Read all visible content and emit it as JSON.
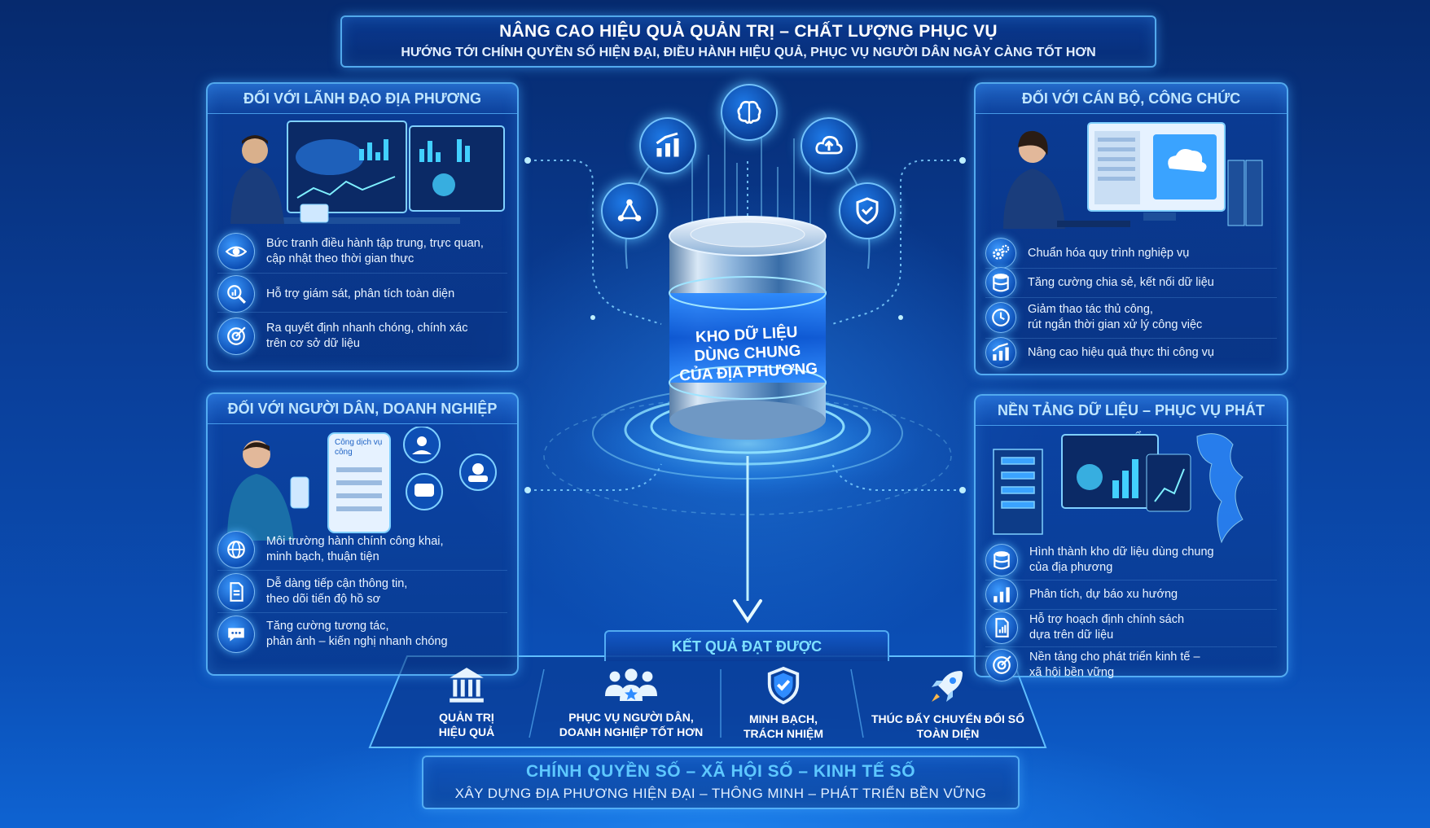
{
  "banner": {
    "title": "NÂNG CAO HIỆU QUẢ QUẢN TRỊ – CHẤT LƯỢNG PHỤC VỤ",
    "subtitle": "HƯỚNG TỚI CHÍNH QUYỀN SỐ HIỆN ĐẠI, ĐIỀU HÀNH HIỆU QUẢ, PHỤC VỤ NGƯỜI DÂN NGÀY CÀNG TỐT HƠN"
  },
  "leaders": {
    "title": "ĐỐI VỚI LÃNH ĐẠO ĐỊA PHƯƠNG",
    "items": [
      {
        "icon": "eye-icon",
        "text": "Bức tranh điều hành tập trung, trực quan,\ncập nhật theo thời gian thực"
      },
      {
        "icon": "magnify-chart-icon",
        "text": "Hỗ trợ giám sát, phân tích toàn diện"
      },
      {
        "icon": "target-icon",
        "text": "Ra quyết định nhanh chóng, chính xác\ntrên cơ sở dữ liệu"
      }
    ]
  },
  "officials": {
    "title": "ĐỐI VỚI CÁN BỘ, CÔNG CHỨC",
    "items": [
      {
        "icon": "gears-icon",
        "text": "Chuẩn hóa quy trình nghiệp vụ"
      },
      {
        "icon": "database-icon",
        "text": "Tăng cường chia sẻ, kết nối dữ liệu"
      },
      {
        "icon": "clock-icon",
        "text": "Giảm thao tác thủ công,\nrút ngắn thời gian xử lý công việc"
      },
      {
        "icon": "growth-chart-icon",
        "text": "Nâng cao hiệu quả thực thi công vụ"
      }
    ]
  },
  "citizens": {
    "title": "ĐỐI VỚI NGƯỜI DÂN, DOANH NGHIỆP",
    "phone_header": "Công dịch vụ công",
    "items": [
      {
        "icon": "globe-icon",
        "text": "Môi trường hành chính công khai,\nminh bạch, thuận tiện"
      },
      {
        "icon": "document-icon",
        "text": "Dễ dàng tiếp cận thông tin,\ntheo dõi tiến độ hồ sơ"
      },
      {
        "icon": "chat-icon",
        "text": "Tăng cường tương tác,\nphản ánh – kiến nghị nhanh chóng"
      }
    ]
  },
  "platform": {
    "title": "NỀN TẢNG DỮ LIỆU – PHỤC VỤ PHÁT TRIỂN",
    "items": [
      {
        "icon": "database-icon",
        "text": "Hình thành kho dữ liệu dùng chung\ncủa địa phương"
      },
      {
        "icon": "bar-chart-icon",
        "text": "Phân tích, dự báo xu hướng"
      },
      {
        "icon": "document-chart-icon",
        "text": "Hỗ trợ hoạch định chính sách\ndựa trên dữ liệu"
      },
      {
        "icon": "target-icon",
        "text": "Nền tảng cho phát triển kinh tế –\nxã hội bền vững"
      }
    ]
  },
  "central": {
    "label": "KHO DỮ LIỆU\nDÙNG CHUNG\nCỦA ĐỊA PHƯƠNG",
    "orbit_icons": [
      "brain-icon",
      "growth-chart-icon",
      "cloud-upload-icon",
      "network-icon",
      "shield-icon"
    ]
  },
  "results": {
    "title": "KẾT QUẢ ĐẠT ĐƯỢC",
    "items": [
      {
        "icon": "government-building-icon",
        "label": "QUẢN TRỊ\nHIỆU QUẢ"
      },
      {
        "icon": "people-icon",
        "label": "PHỤC VỤ NGƯỜI DÂN,\nDOANH NGHIỆP TỐT HƠN"
      },
      {
        "icon": "shield-check-icon",
        "label": "MINH BẠCH,\nTRÁCH NHIỆM"
      },
      {
        "icon": "rocket-icon",
        "label": "THÚC ĐẨY CHUYỂN ĐỔI SỐ\nTOÀN DIỆN"
      }
    ]
  },
  "footer": {
    "title": "CHÍNH QUYỀN SỐ – XÃ HỘI SỐ – KINH TẾ SỐ",
    "subtitle": "XÂY DỰNG ĐỊA PHƯƠNG HIỆN ĐẠI – THÔNG MINH – PHÁT TRIỂN BỀN VỮNG"
  },
  "colors": {
    "accent": "#5ec8ff",
    "panel_border": "#60beff",
    "background": "#0a3f9a"
  }
}
